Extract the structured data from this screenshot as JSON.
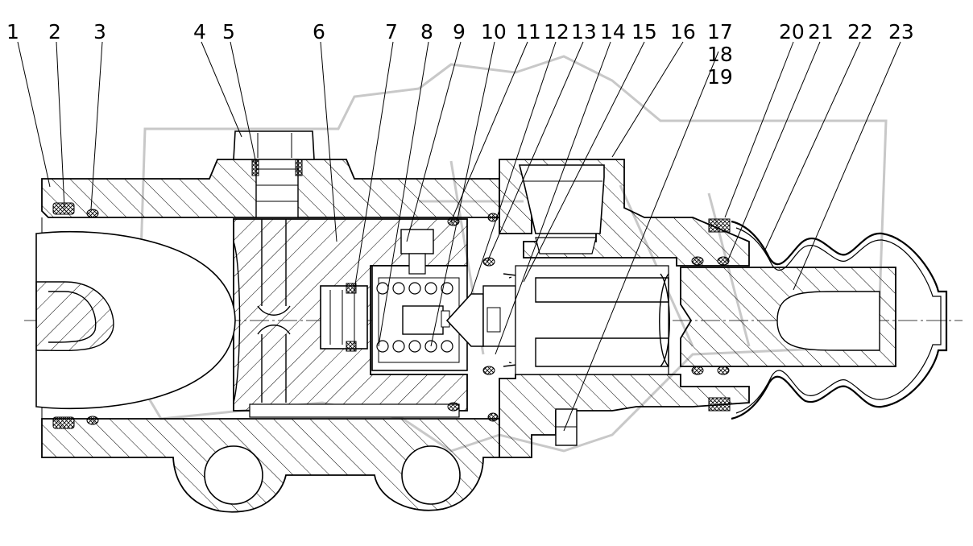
{
  "callouts": [
    {
      "id": "1",
      "text": "1"
    },
    {
      "id": "2",
      "text": "2"
    },
    {
      "id": "3",
      "text": "3"
    },
    {
      "id": "4",
      "text": "4"
    },
    {
      "id": "5",
      "text": "5"
    },
    {
      "id": "6",
      "text": "6"
    },
    {
      "id": "7",
      "text": "7"
    },
    {
      "id": "8",
      "text": "8"
    },
    {
      "id": "9",
      "text": "9"
    },
    {
      "id": "10",
      "text": "10"
    },
    {
      "id": "11",
      "text": "11"
    },
    {
      "id": "12",
      "text": "12"
    },
    {
      "id": "13",
      "text": "13"
    },
    {
      "id": "14",
      "text": "14"
    },
    {
      "id": "15",
      "text": "15"
    },
    {
      "id": "16",
      "text": "16"
    },
    {
      "id": "17",
      "text": "17"
    },
    {
      "id": "18",
      "text": "18"
    },
    {
      "id": "19",
      "text": "19"
    },
    {
      "id": "20",
      "text": "20"
    },
    {
      "id": "21",
      "text": "21"
    },
    {
      "id": "22",
      "text": "22"
    },
    {
      "id": "23",
      "text": "23"
    }
  ],
  "colors": {
    "line": "#000000",
    "background": "#ffffff",
    "watermark": "#c8c8c8"
  }
}
